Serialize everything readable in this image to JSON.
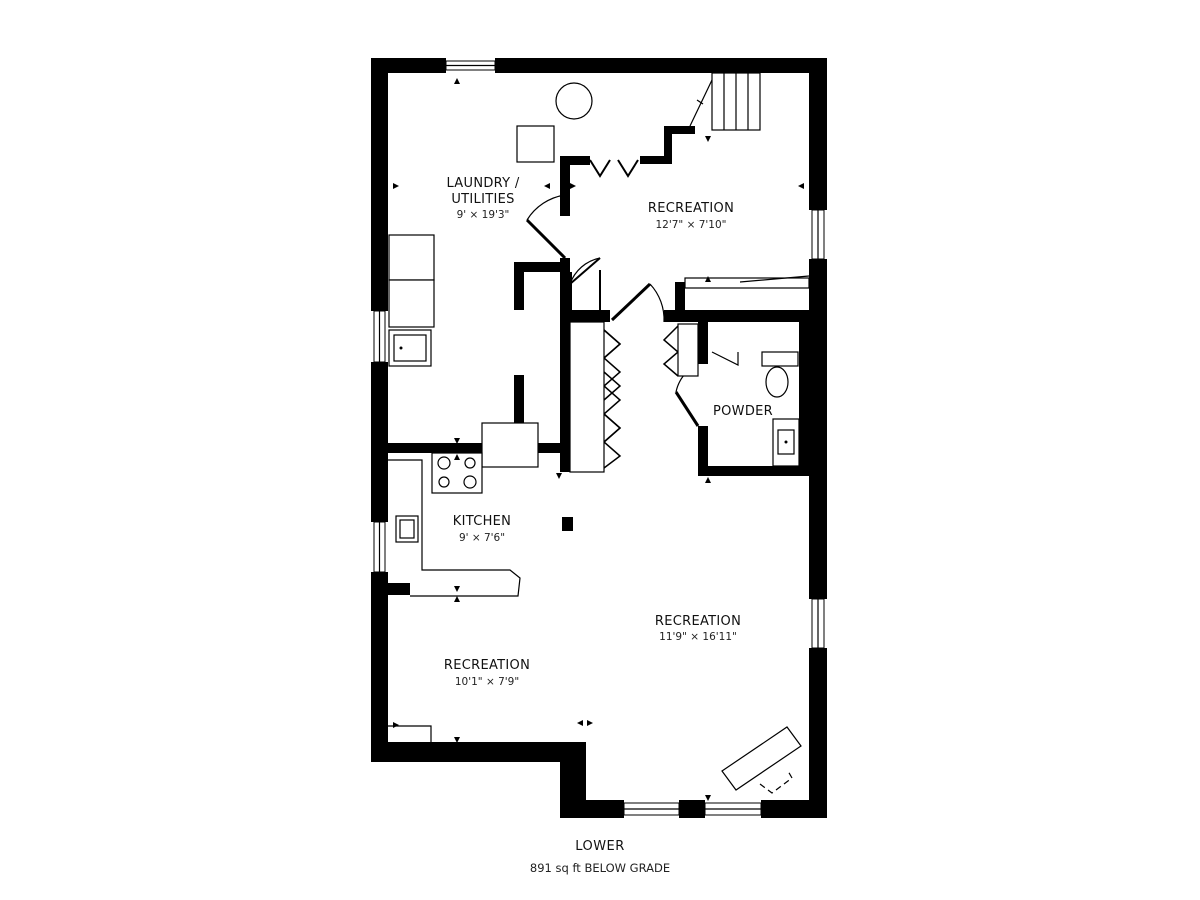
{
  "rooms": {
    "laundry": {
      "label_line1": "LAUNDRY /",
      "label_line2": "UTILITIES",
      "dims": "9' × 19'3\""
    },
    "recreation_upper": {
      "label": "RECREATION",
      "dims": "12'7\" × 7'10\""
    },
    "powder": {
      "label": "POWDER"
    },
    "kitchen": {
      "label": "KITCHEN",
      "dims": "9' × 7'6\""
    },
    "recreation_main": {
      "label": "RECREATION",
      "dims": "11'9\" × 16'11\""
    },
    "recreation_lower": {
      "label": "RECREATION",
      "dims": "10'1\" × 7'9\""
    }
  },
  "footer": {
    "level": "LOWER",
    "area": "891 sq ft BELOW GRADE"
  }
}
